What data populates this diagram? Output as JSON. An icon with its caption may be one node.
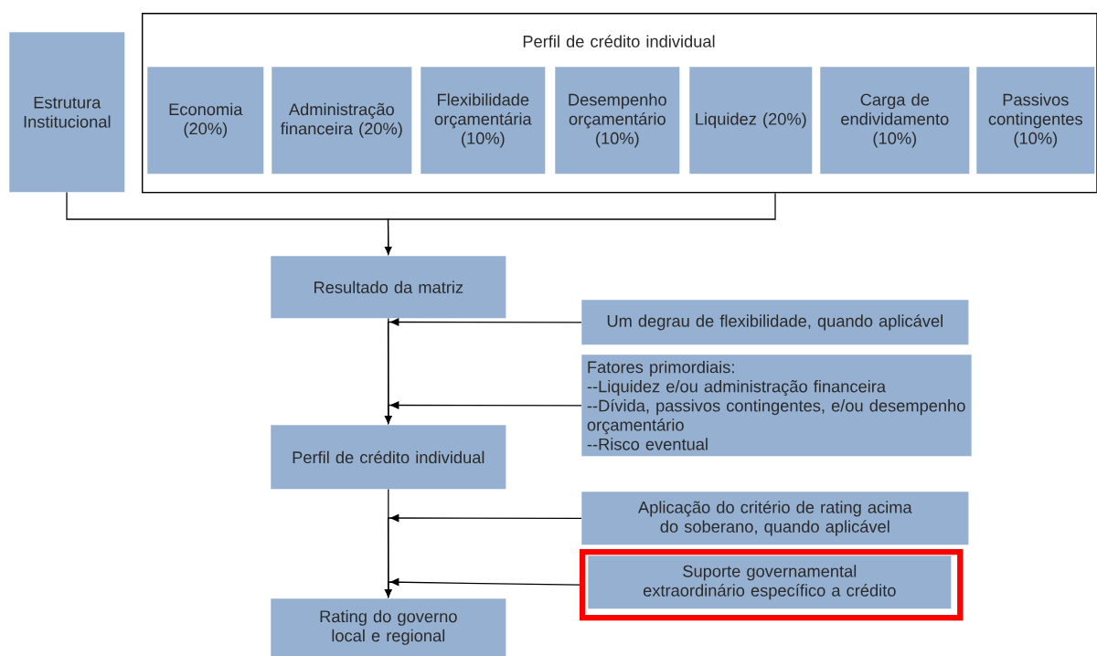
{
  "diagram": {
    "nodes": [
      {
        "text": [
          "Estrutura Institucional"
        ]
      },
      {
        "text": [
          "Perfil de crédito individual"
        ]
      },
      {
        "text": [
          "Economia (20%)"
        ],
        "in": 1
      },
      {
        "text": [
          "Administração financeira (20%)"
        ],
        "in": 1
      },
      {
        "text": [
          "Flexibilidade orçamentária (10%)"
        ],
        "in": 1
      },
      {
        "text": [
          "Desempenho orçamentário (10%)"
        ],
        "in": 1
      },
      {
        "text": [
          "Liquidez (20%)"
        ],
        "in": 1
      },
      {
        "text": [
          "Carga de endividamento (10%)"
        ],
        "in": 1
      },
      {
        "text": [
          "Passivos contingentes (10%)"
        ],
        "in": 1
      },
      {
        "text": [
          "Resultado da matriz"
        ]
      },
      {
        "text": [
          "Um degrau de flexibilidade, quando aplicável"
        ]
      },
      {
        "text": [
          "Fatores primordiais:",
          "--Liquidez e/ou administração financeira",
          "--Dívida, passivos contingentes, e/ou desempenho orçamentário",
          "--Risco eventual"
        ]
      },
      {
        "text": [
          "Perfil de crédito individual"
        ]
      },
      {
        "text": [
          "Aplicação do critério de rating acima do soberano, quando aplicável"
        ]
      },
      {
        "text": [],
        "shape": "box"
      },
      {
        "text": [
          "Suporte governamental extraordinário específico a crédito"
        ],
        "in": 14
      },
      {
        "text": [
          "Rating do governo local e regional"
        ]
      }
    ],
    "edges": [
      {
        "from": 0,
        "to": 9,
        "arrow": "to"
      },
      {
        "from": 1,
        "to": 9,
        "arrow": "to"
      },
      {
        "from": 9,
        "to": 12,
        "arrow": "to"
      },
      {
        "from": 10,
        "to": 12,
        "arrow": "to"
      },
      {
        "from": 11,
        "to": 12,
        "arrow": "to"
      },
      {
        "from": 12,
        "to": 16,
        "arrow": "to"
      },
      {
        "from": 13,
        "to": 16,
        "arrow": "to"
      },
      {
        "from": 14,
        "to": 16,
        "arrow": "to"
      }
    ]
  }
}
